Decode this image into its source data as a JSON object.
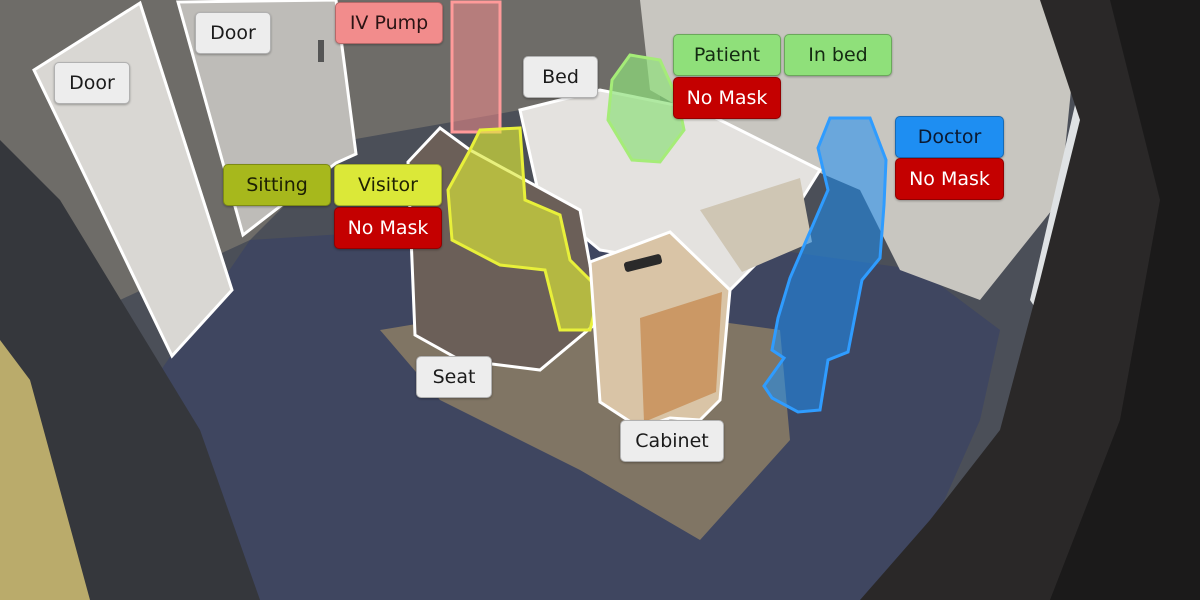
{
  "labels": {
    "door_left": "Door",
    "door_right": "Door",
    "iv_pump": "IV Pump",
    "bed": "Bed",
    "patient": "Patient",
    "patient_state": "In bed",
    "patient_mask": "No Mask",
    "sitting": "Sitting",
    "visitor": "Visitor",
    "visitor_mask": "No Mask",
    "doctor": "Doctor",
    "doctor_mask": "No Mask",
    "seat": "Seat",
    "cabinet": "Cabinet"
  },
  "colors": {
    "structure_outline": "#ffffff",
    "iv_pump": "#f28c8c",
    "patient": "#8fe07a",
    "visitor": "#dbe838",
    "sitting": "#a7b81c",
    "doctor": "#1e8ef2",
    "no_mask": "#c40000",
    "label_neutral": "#ededed"
  }
}
